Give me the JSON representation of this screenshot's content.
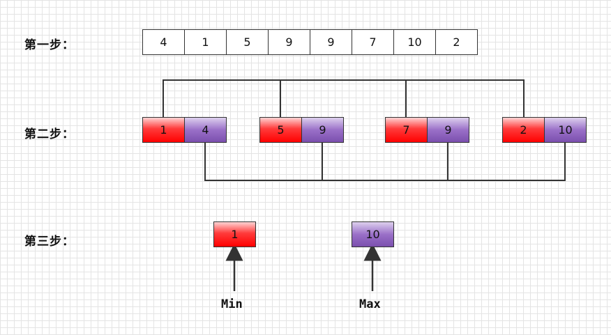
{
  "steps": {
    "step1": "第一步：",
    "step2": "第二步：",
    "step3": "第三步："
  },
  "array": [
    "4",
    "1",
    "5",
    "9",
    "9",
    "7",
    "10",
    "2"
  ],
  "pairs": [
    {
      "min": "1",
      "max": "4"
    },
    {
      "min": "5",
      "max": "9"
    },
    {
      "min": "7",
      "max": "9"
    },
    {
      "min": "2",
      "max": "10"
    }
  ],
  "result": {
    "min_value": "1",
    "max_value": "10",
    "min_label": "Min",
    "max_label": "Max"
  },
  "colors": {
    "min_fill": "#ff0000",
    "max_fill": "#7b4fae",
    "line": "#333333"
  }
}
